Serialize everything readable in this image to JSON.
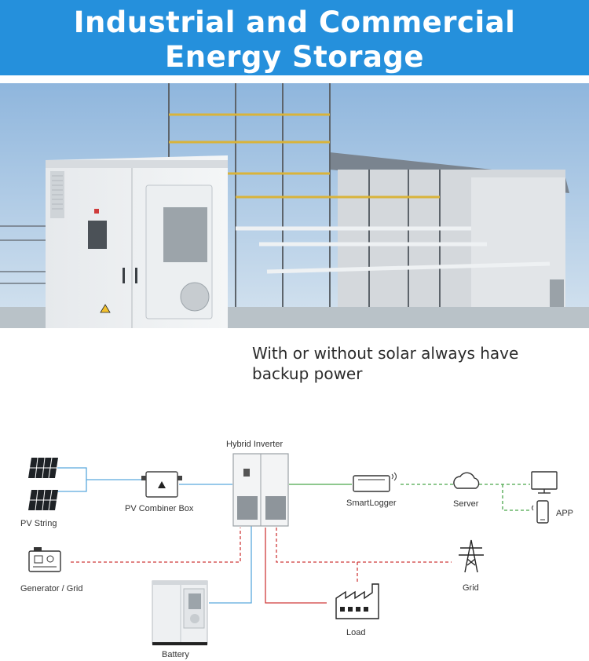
{
  "header": {
    "title_line1": "Industrial and Commercial",
    "title_line2": "Energy Storage"
  },
  "tagline": {
    "line1": "With or without solar always have",
    "line2": "backup power"
  },
  "diagram": {
    "hybrid_inverter": "Hybrid Inverter",
    "pv_string": "PV String",
    "pv_combiner_box": "PV Combiner Box",
    "smartlogger": "SmartLogger",
    "server": "Server",
    "app": "APP",
    "generator_grid": "Generator / Grid",
    "grid": "Grid",
    "load": "Load",
    "battery": "Battery"
  },
  "colors": {
    "header_bg": "#2590dc",
    "dc_line": "#5aa9dd",
    "ac_line": "#cf3b3b",
    "comm_line": "#4aa64a"
  }
}
